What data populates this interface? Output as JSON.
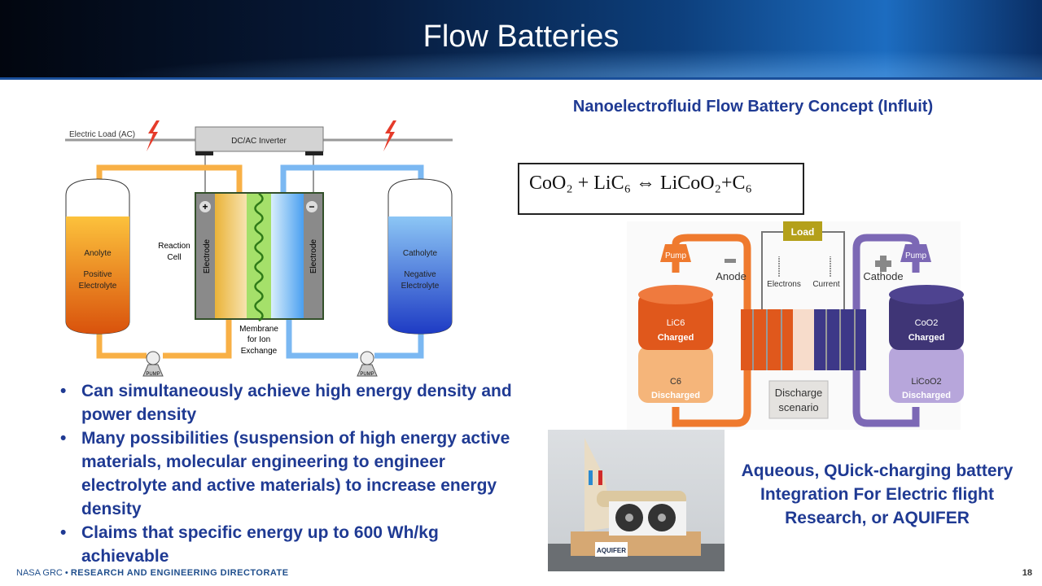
{
  "slide": {
    "title": "Flow Batteries",
    "page_number": "18",
    "footer": {
      "org": "NASA GRC",
      "separator": "•",
      "directorate": "RESEARCH AND ENGINEERING DIRECTORATE"
    }
  },
  "left_diagram": {
    "electric_load": "Electric Load (AC)",
    "inverter": "DC/AC Inverter",
    "anolyte": "Anolyte",
    "positive_1": "Positive",
    "positive_2": "Electrolyte",
    "catholyte": "Catholyte",
    "negative_1": "Negative",
    "negative_2": "Electrolyte",
    "reaction_1": "Reaction",
    "reaction_2": "Cell",
    "electrode": "Electrode",
    "plus": "+",
    "minus": "−",
    "membrane_1": "Membrane",
    "membrane_2": "for Ion",
    "membrane_3": "Exchange",
    "pump": "PUMP"
  },
  "right_section": {
    "heading": "Nanoelectrofluid Flow Battery  Concept (Influit)",
    "equation": "CoO₂ + LiC₆ ⇔ LiCoO₂+C₆",
    "diagram": {
      "load": "Load",
      "anode": "Anode",
      "cathode": "Cathode",
      "electrons": "Electrons",
      "current": "Current",
      "pump": "Pump",
      "lic6": "LiC6",
      "charged": "Charged",
      "c6": "C6",
      "discharged": "Discharged",
      "coo2": "CoO2",
      "licoo2": "LiCoO2",
      "scenario_1": "Discharge",
      "scenario_2": "scenario"
    },
    "photo_label": "AQUIFER",
    "caption": "Aqueous, QUick-charging battery Integration For Electric flight Research,  or AQUIFER"
  },
  "bullets": [
    "Can simultaneously achieve high energy density and power density",
    "Many possibilities (suspension of high energy active materials, molecular engineering to engineer electrolyte and active materials) to increase energy density",
    "Claims that specific energy up to 600 Wh/kg achievable"
  ],
  "colors": {
    "text_blue": "#1f3a93",
    "anolyte": "#e8771a",
    "catholyte": "#2f5fd6",
    "orange_flow": "#ef7a2e",
    "purple_flow": "#6f5aa8"
  }
}
